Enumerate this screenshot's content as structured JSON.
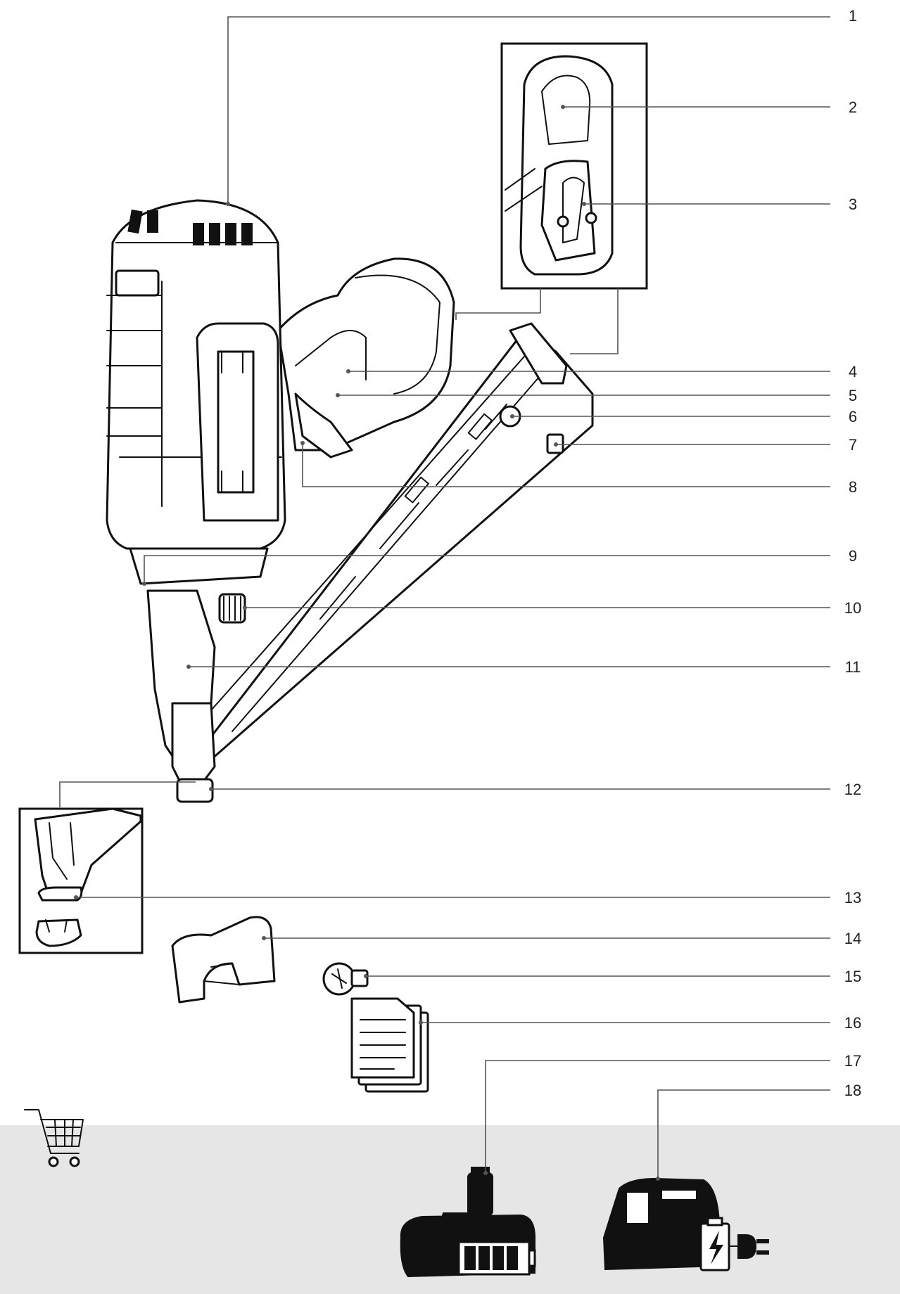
{
  "callouts": [
    {
      "num": "1"
    },
    {
      "num": "2"
    },
    {
      "num": "3"
    },
    {
      "num": "4"
    },
    {
      "num": "5"
    },
    {
      "num": "6"
    },
    {
      "num": "7"
    },
    {
      "num": "8"
    },
    {
      "num": "9"
    },
    {
      "num": "10"
    },
    {
      "num": "11"
    },
    {
      "num": "12"
    },
    {
      "num": "13"
    },
    {
      "num": "14"
    },
    {
      "num": "15"
    },
    {
      "num": "16"
    },
    {
      "num": "17"
    },
    {
      "num": "18"
    }
  ],
  "icons": [
    "nailer-tool",
    "rafter-hook-detail",
    "no-mar-tip-detail",
    "belt-hook-icon",
    "screw-icon",
    "manual-documents-icon",
    "battery-pack-icon",
    "charger-icon",
    "shopping-cart-icon",
    "battery-level-icon",
    "charging-bolt-icon",
    "plug-icon"
  ],
  "colors": {
    "ink": "#111111",
    "leader": "#555555",
    "accessory_band": "#e6e6e6"
  }
}
